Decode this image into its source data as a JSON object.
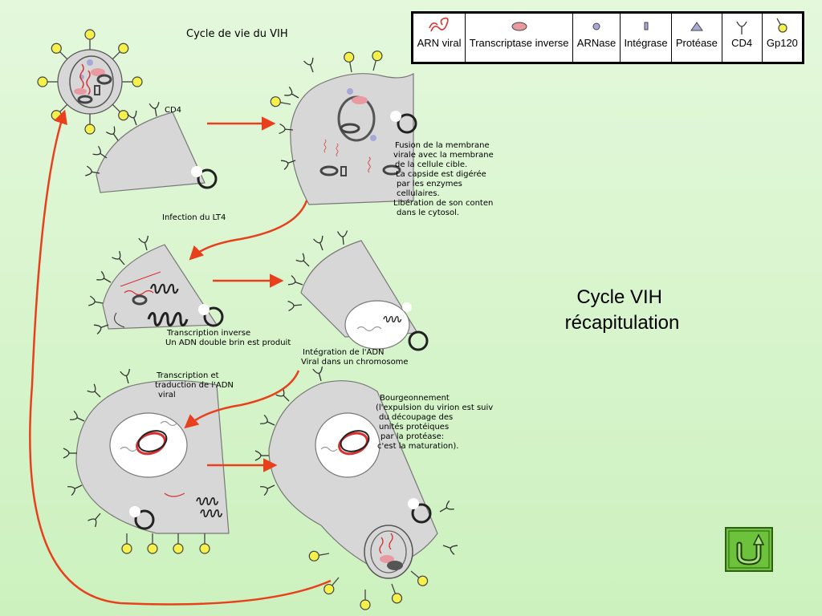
{
  "title": "Cycle de vie du VIH",
  "legend": [
    {
      "icon": "arn-viral-icon",
      "label": "ARN viral"
    },
    {
      "icon": "transcriptase-inverse-icon",
      "label": "Transcriptase inverse"
    },
    {
      "icon": "arnase-icon",
      "label": "ARNase"
    },
    {
      "icon": "integrase-icon",
      "label": "Intégrase"
    },
    {
      "icon": "protease-icon",
      "label": "Protéase"
    },
    {
      "icon": "cd4-icon",
      "label": "CD4"
    },
    {
      "icon": "gp120-icon",
      "label": "Gp120"
    }
  ],
  "labels": {
    "cd4": "CD4",
    "infection": "Infection du LT4",
    "fusion": [
      "Fusion de la membrane",
      "virale avec la membrane",
      "de la cellule cible.",
      "La capside est digérée",
      "par les enzymes",
      "cellulaires.",
      "Libération de son conten",
      "dans le cytosol."
    ],
    "transcription_inverse": [
      "Transcription inverse",
      "Un ADN double brin est produit"
    ],
    "integration": [
      "Intégration de l'ADN",
      "Viral dans un chromosome"
    ],
    "transcription_traduction": [
      "Transcription et",
      "traduction de l'ADN",
      "viral"
    ],
    "bourgeonnement": [
      "Bourgeonnement",
      "(l'expulsion du virion est suiv",
      "du découpage des",
      "unités protéiques",
      "par la protéase:",
      "c'est la maturation)."
    ]
  },
  "recap": [
    "Cycle VIH",
    "récapitulation"
  ],
  "colors": {
    "arrow": "#e8401c",
    "cell": "#d7d7d7",
    "gp120": "#f5f04a",
    "rna": "#d83030",
    "rt": "#e89aa0",
    "arnase": "#a8a8d8",
    "nav": "#6cc23a"
  }
}
